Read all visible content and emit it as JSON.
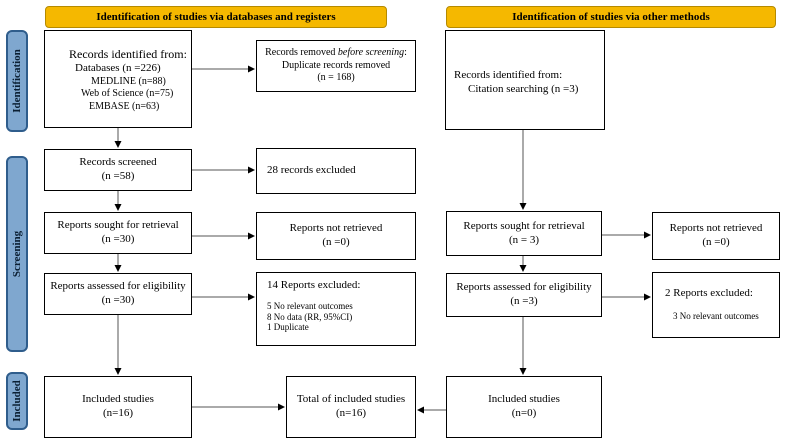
{
  "headers": {
    "left": "Identification of studies via databases and registers",
    "right": "Identification of studies via other methods"
  },
  "stages": {
    "identification": "Identification",
    "screening": "Screening",
    "included": "Included"
  },
  "left": {
    "records_identified": {
      "title": "Records identified from:",
      "lines": [
        "Databases (n =226)",
        "MEDLINE (n=88)",
        "Web of Science (n=75)",
        "EMBASE (n=63)"
      ]
    },
    "records_removed": {
      "prefix": "Records removed ",
      "emph": "before screening",
      "suffix": ":",
      "line1": "Duplicate records removed",
      "line2": "(n = 168)"
    },
    "records_screened": {
      "title": "Records screened",
      "n": "(n =58)"
    },
    "records_excluded": {
      "text": "28 records excluded"
    },
    "reports_sought": {
      "title": "Reports sought for retrieval",
      "n": "(n =30)"
    },
    "reports_not_retrieved": {
      "title": "Reports not retrieved",
      "n": "(n =0)"
    },
    "reports_assessed": {
      "title": "Reports assessed for eligibility",
      "n": "(n =30)"
    },
    "reports_excluded": {
      "title": "14 Reports excluded:",
      "lines": [
        "5 No relevant outcomes",
        "8 No data (RR, 95%CI)",
        "1 Duplicate"
      ]
    },
    "included": {
      "title": "Included studies",
      "n": "(n=16)"
    }
  },
  "total": {
    "title": "Total of included studies",
    "n": "(n=16)"
  },
  "right": {
    "records_identified": {
      "title": "Records identified from:",
      "line": "Citation searching (n =3)"
    },
    "reports_sought": {
      "title": "Reports sought for retrieval",
      "n": "(n = 3)"
    },
    "reports_not_retrieved": {
      "title": "Reports not retrieved",
      "n": "(n =0)"
    },
    "reports_assessed": {
      "title": "Reports assessed for eligibility",
      "n": "(n =3)"
    },
    "reports_excluded": {
      "title": "2 Reports excluded:",
      "line": "3 No relevant outcomes"
    },
    "included": {
      "title": "Included studies",
      "n": "(n=0)"
    }
  }
}
